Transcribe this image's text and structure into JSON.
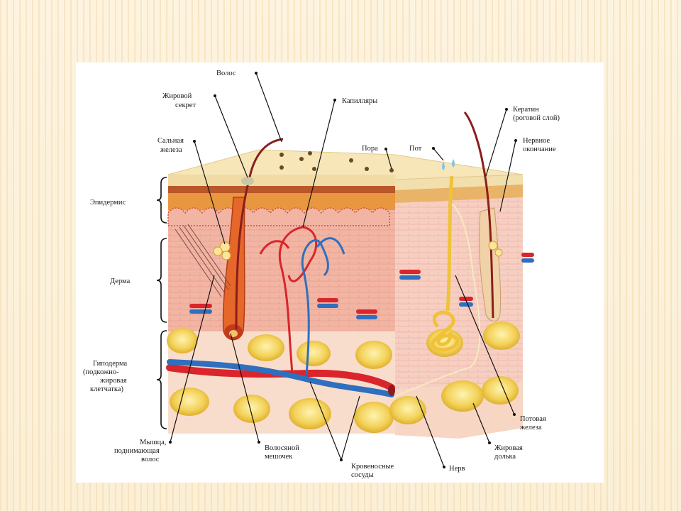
{
  "diagram": {
    "labels": {
      "hair": "Волос",
      "sebum_1": "Жировой",
      "sebum_2": "секрет",
      "sebaceous_1": "Сальная",
      "sebaceous_2": "железа",
      "epidermis": "Эпидермис",
      "dermis": "Дерма",
      "hypodermis_1": "Гиподерма",
      "hypodermis_2": "(подкожно-",
      "hypodermis_3": "жировая",
      "hypodermis_4": "клетчатка)",
      "muscle_1": "Мышца,",
      "muscle_2": "поднимающая",
      "muscle_3": "волос",
      "follicle_1": "Волосяной",
      "follicle_2": "мешочек",
      "vessels_1": "Кровеносные",
      "vessels_2": "сосуды",
      "nerve": "Нерв",
      "fat_lobule_1": "Жировая",
      "fat_lobule_2": "долька",
      "sweat_gland_1": "Потовая",
      "sweat_gland_2": "железа",
      "capillaries": "Капилляры",
      "pore": "Пора",
      "sweat": "Пот",
      "keratin_1": "Кератин",
      "keratin_2": "(роговой слой)",
      "nerve_ending_1": "Нервное",
      "nerve_ending_2": "окончание"
    },
    "colors": {
      "background": "#fdf4e2",
      "horny_layer": "#f6e6b8",
      "epidermis": "#e8a04a",
      "dermis": "#f2b5a4",
      "hypodermis": "#f7d9c8",
      "fat": "#f3cc4c",
      "artery": "#d9252b",
      "vein": "#2f6fc0",
      "hair": "#8a1e1e",
      "sweat_gland": "#f0c23a"
    }
  }
}
